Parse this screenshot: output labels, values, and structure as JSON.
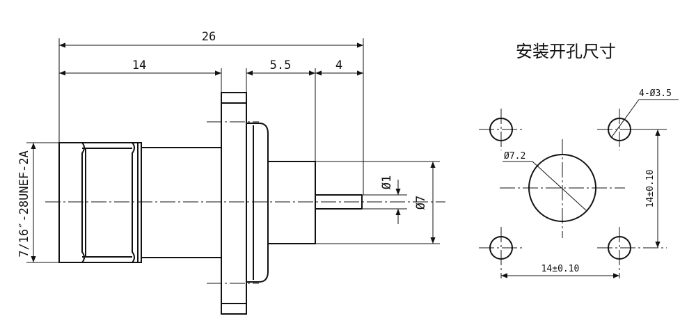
{
  "title": "安装开孔尺寸",
  "side_view": {
    "dims": {
      "overall_length": "26",
      "connector_length": "14",
      "flange_to_pin": "5.5",
      "pin_length": "4",
      "pin_diameter": "Ø1",
      "body_diameter": "Ø7",
      "thread": "7/16″-28UNEF-2A"
    }
  },
  "panel_cutout": {
    "hole_callout": "4-Ø3.5",
    "center_hole": "Ø7.2",
    "vertical_spacing": "14±0.10",
    "horizontal_spacing": "14±0.10"
  }
}
